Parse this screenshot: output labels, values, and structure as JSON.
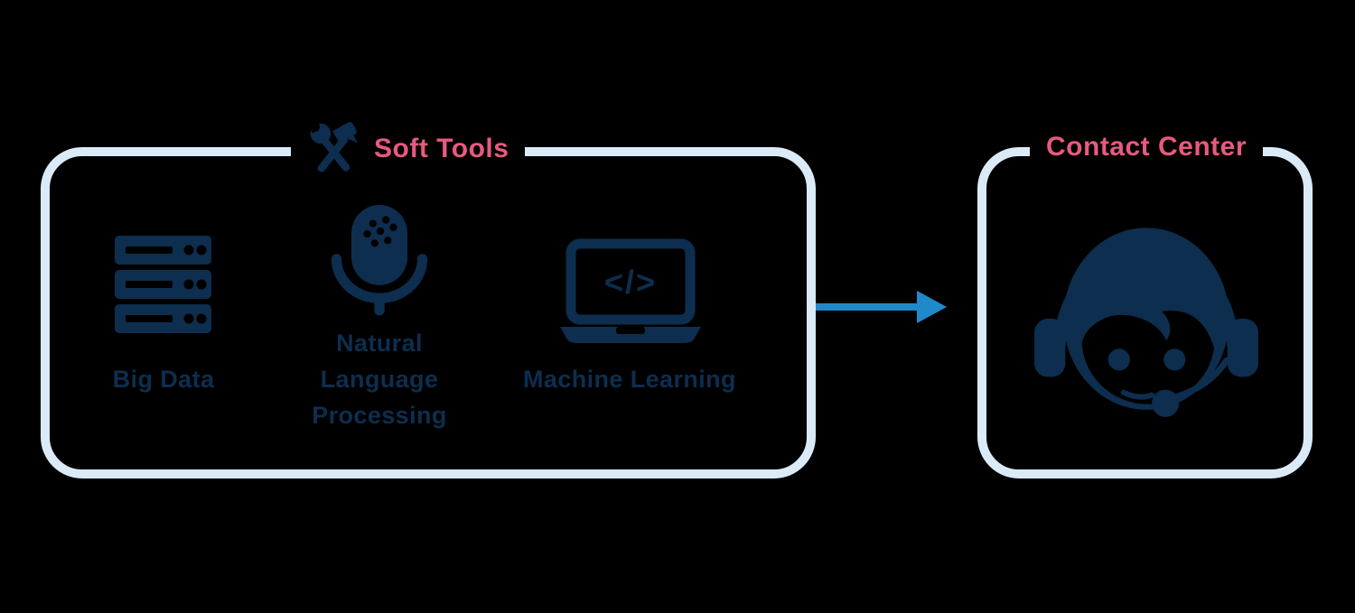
{
  "colors": {
    "background": "#000000",
    "navy": "#0d2e4e",
    "pink": "#e75a7e",
    "box_border": "#daeaf7",
    "arrow_blue": "#2089c9"
  },
  "soft_tools_box": {
    "title": "Soft Tools",
    "title_icon": "wrench-hammer-icon",
    "items": [
      {
        "label": "Big Data",
        "icon": "server-stack-icon"
      },
      {
        "label": "Natural Language Processing",
        "lines": [
          "Natural",
          "Language",
          "Processing"
        ],
        "icon": "microphone-icon"
      },
      {
        "label": "Machine Learning",
        "icon": "laptop-code-icon",
        "screen_glyph": "</>"
      }
    ]
  },
  "arrow": {
    "icon": "right-arrow-icon",
    "direction": "right"
  },
  "contact_center_box": {
    "title": "Contact Center",
    "icon": "support-agent-icon"
  }
}
